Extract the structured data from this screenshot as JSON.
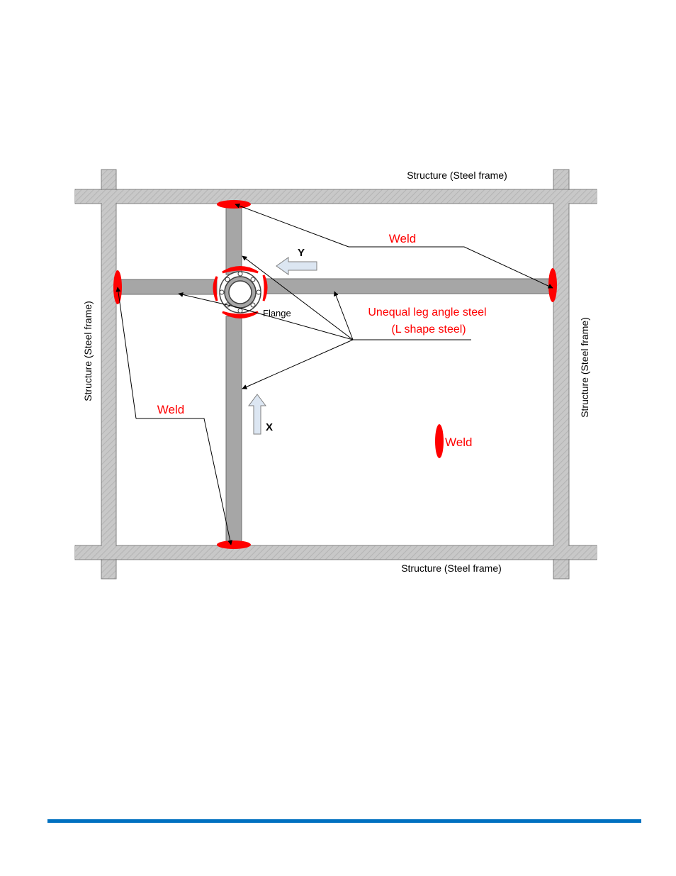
{
  "labels": {
    "frame_top": "Structure (Steel frame)",
    "frame_bottom": "Structure (Steel frame)",
    "frame_left": "Structure (Steel frame)",
    "frame_right": "Structure (Steel frame)",
    "weld_top": "Weld",
    "weld_left": "Weld",
    "weld_legend": "Weld",
    "angle_steel_line1": "Unequal leg angle steel",
    "angle_steel_line2": "(L shape steel)",
    "flange": "Flange",
    "axis_x": "X",
    "axis_y": "Y"
  },
  "colors": {
    "weld": "#ff0000",
    "weld_label": "#ff0000",
    "frame_fill": "#c8c8c8",
    "beam_fill": "#a6a6a6",
    "arrow_fill": "#dce6f2",
    "footer_rule": "#0070c0"
  }
}
